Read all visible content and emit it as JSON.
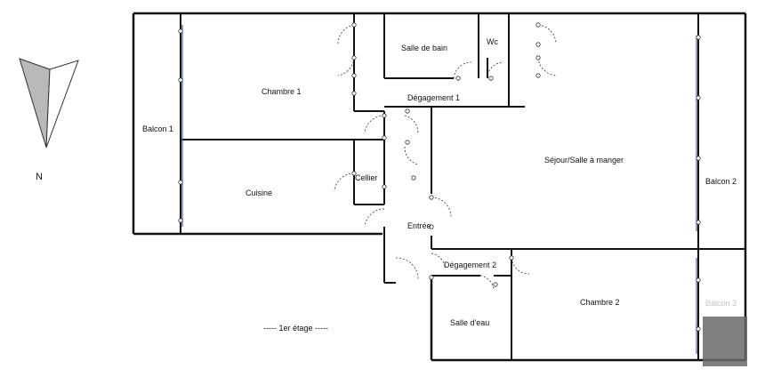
{
  "compass": {
    "north_label": "N",
    "arrow_fill": "#b9b9b9"
  },
  "rooms": {
    "balcon_1": "Balcon 1",
    "chambre_1": "Chambre 1",
    "salle_de_bain": "Salle de bain",
    "wc": "Wc",
    "degagement_1": "Dégagement 1",
    "sejour": "Séjour/Salle à manger",
    "balcon_2": "Balcon 2",
    "cuisine": "Cuisine",
    "cellier": "Cellier",
    "entree": "Entrée",
    "degagement_2": "Dégagement 2",
    "chambre_2": "Chambre 2",
    "salle_d_eau": "Salle d'eau",
    "balcon_3": "Balcon 3"
  },
  "floor_label": "----- 1er étage -----",
  "colors": {
    "wall": "#111111",
    "window": "#4a5fb0",
    "door": "#333333"
  }
}
